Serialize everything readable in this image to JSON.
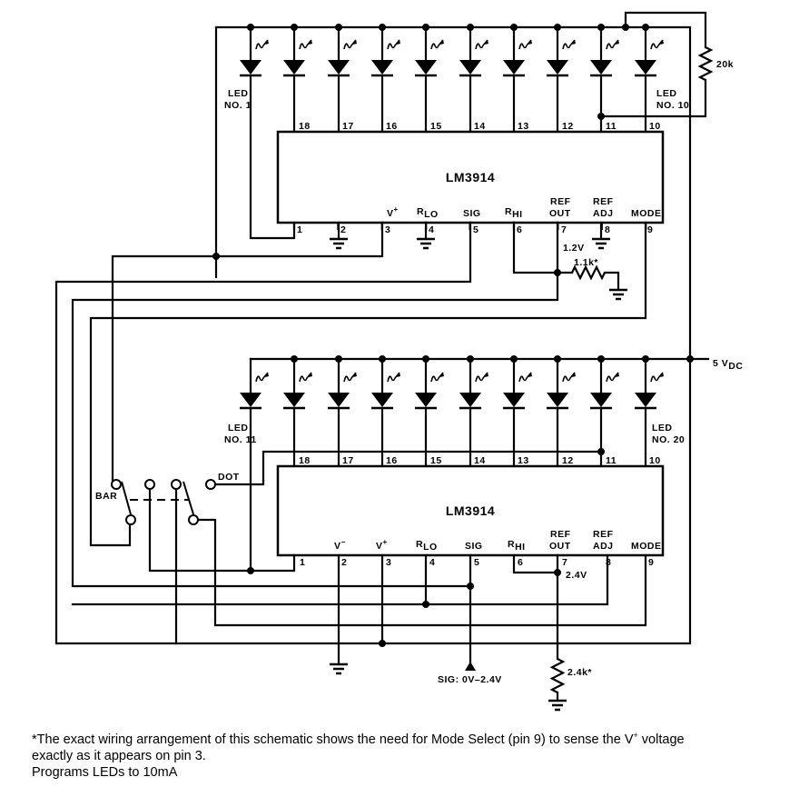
{
  "title": "LM3914 cascaded 20-LED bar/dot display schematic",
  "chips": [
    {
      "id": "upper",
      "part": "LM3914",
      "pin_labels": {
        "3": "V+",
        "4": "RLO",
        "5": "SIG",
        "6": "RHI",
        "7": [
          "REF",
          "OUT"
        ],
        "8": [
          "REF",
          "ADJ"
        ],
        "9": "MODE"
      },
      "top_pins": [
        "18",
        "17",
        "16",
        "15",
        "14",
        "13",
        "12",
        "11",
        "10"
      ],
      "bottom_pins": [
        "1",
        "2",
        "3",
        "4",
        "5",
        "6",
        "7",
        "8",
        "9"
      ],
      "ref_voltage": "1.2V",
      "ref_resistor": "1.1k*",
      "first_led": [
        "LED",
        "NO. 1"
      ],
      "last_led": [
        "LED",
        "NO. 10"
      ],
      "feedback_resistor": "20k"
    },
    {
      "id": "lower",
      "part": "LM3914",
      "pin_labels": {
        "2": "V−",
        "3": "V+",
        "4": "RLO",
        "5": "SIG",
        "6": "RHI",
        "7": [
          "REF",
          "OUT"
        ],
        "8": [
          "REF",
          "ADJ"
        ],
        "9": "MODE"
      },
      "top_pins": [
        "18",
        "17",
        "16",
        "15",
        "14",
        "13",
        "12",
        "11",
        "10"
      ],
      "bottom_pins": [
        "1",
        "2",
        "3",
        "4",
        "5",
        "6",
        "7",
        "8",
        "9"
      ],
      "ref_voltage": "2.4V",
      "ref_resistor": "2.4k*",
      "first_led": [
        "LED",
        "NO. 11"
      ],
      "last_led": [
        "LED",
        "NO. 20"
      ]
    }
  ],
  "labels": {
    "supply": "5 V",
    "supply_sub": "DC",
    "signal": "SIG:  0V–2.4V",
    "switch_bar": "BAR",
    "switch_dot": "DOT",
    "v_plus": "V",
    "v_sup_plus": "+",
    "v_sup_minus": "−",
    "r": "R",
    "r_lo": "LO",
    "r_hi": "HI",
    "sig": "SIG",
    "ref": "REF",
    "out": "OUT",
    "adj": "ADJ",
    "mode": "MODE"
  },
  "led_count_per_chip": 10,
  "notes": [
    "*The exact wiring arrangement of this schematic shows the need for Mode Select (pin 9) to sense the V",
    "+",
    " voltage",
    "exactly as it appears on pin 3.",
    "Programs LEDs to 10mA"
  ]
}
